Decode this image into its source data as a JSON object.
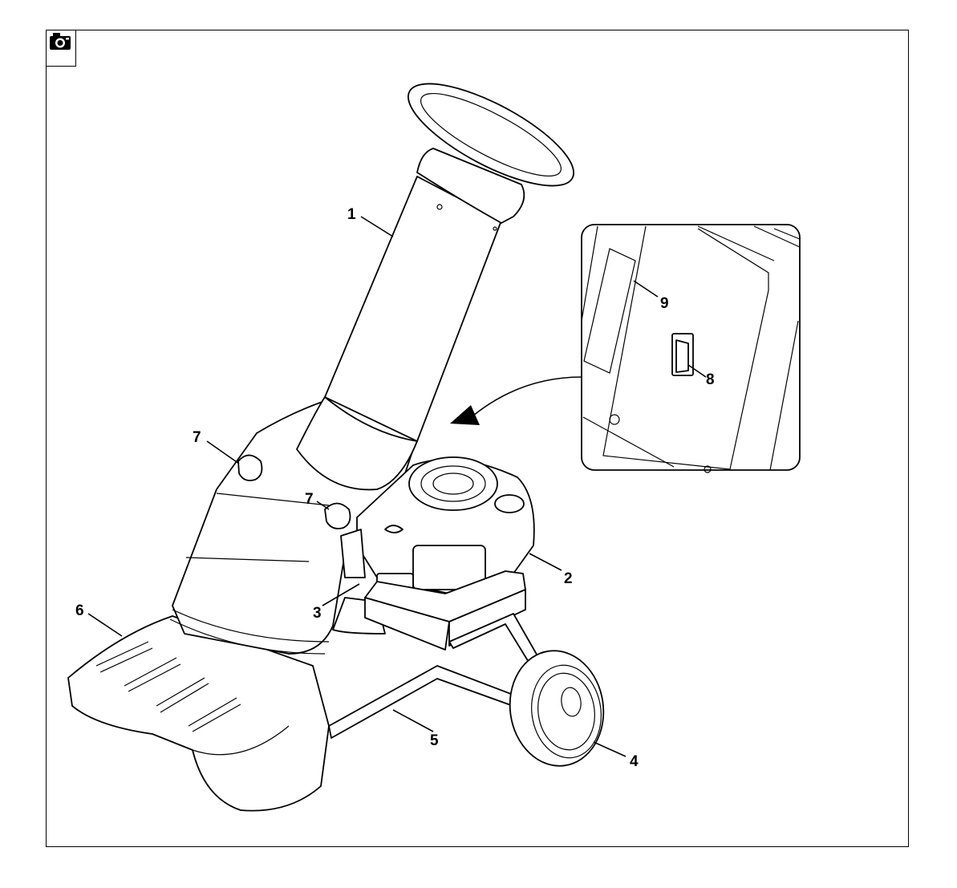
{
  "figure": {
    "icon": "camera-icon",
    "colors": {
      "line": "#000000",
      "background": "#ffffff"
    },
    "callouts": [
      {
        "id": "c1",
        "text": "1"
      },
      {
        "id": "c2",
        "text": "2"
      },
      {
        "id": "c3",
        "text": "3"
      },
      {
        "id": "c4",
        "text": "4"
      },
      {
        "id": "c5",
        "text": "5"
      },
      {
        "id": "c6",
        "text": "6"
      },
      {
        "id": "c7a",
        "text": "7"
      },
      {
        "id": "c7b",
        "text": "7"
      },
      {
        "id": "c8",
        "text": "8"
      },
      {
        "id": "c9",
        "text": "9"
      }
    ]
  }
}
